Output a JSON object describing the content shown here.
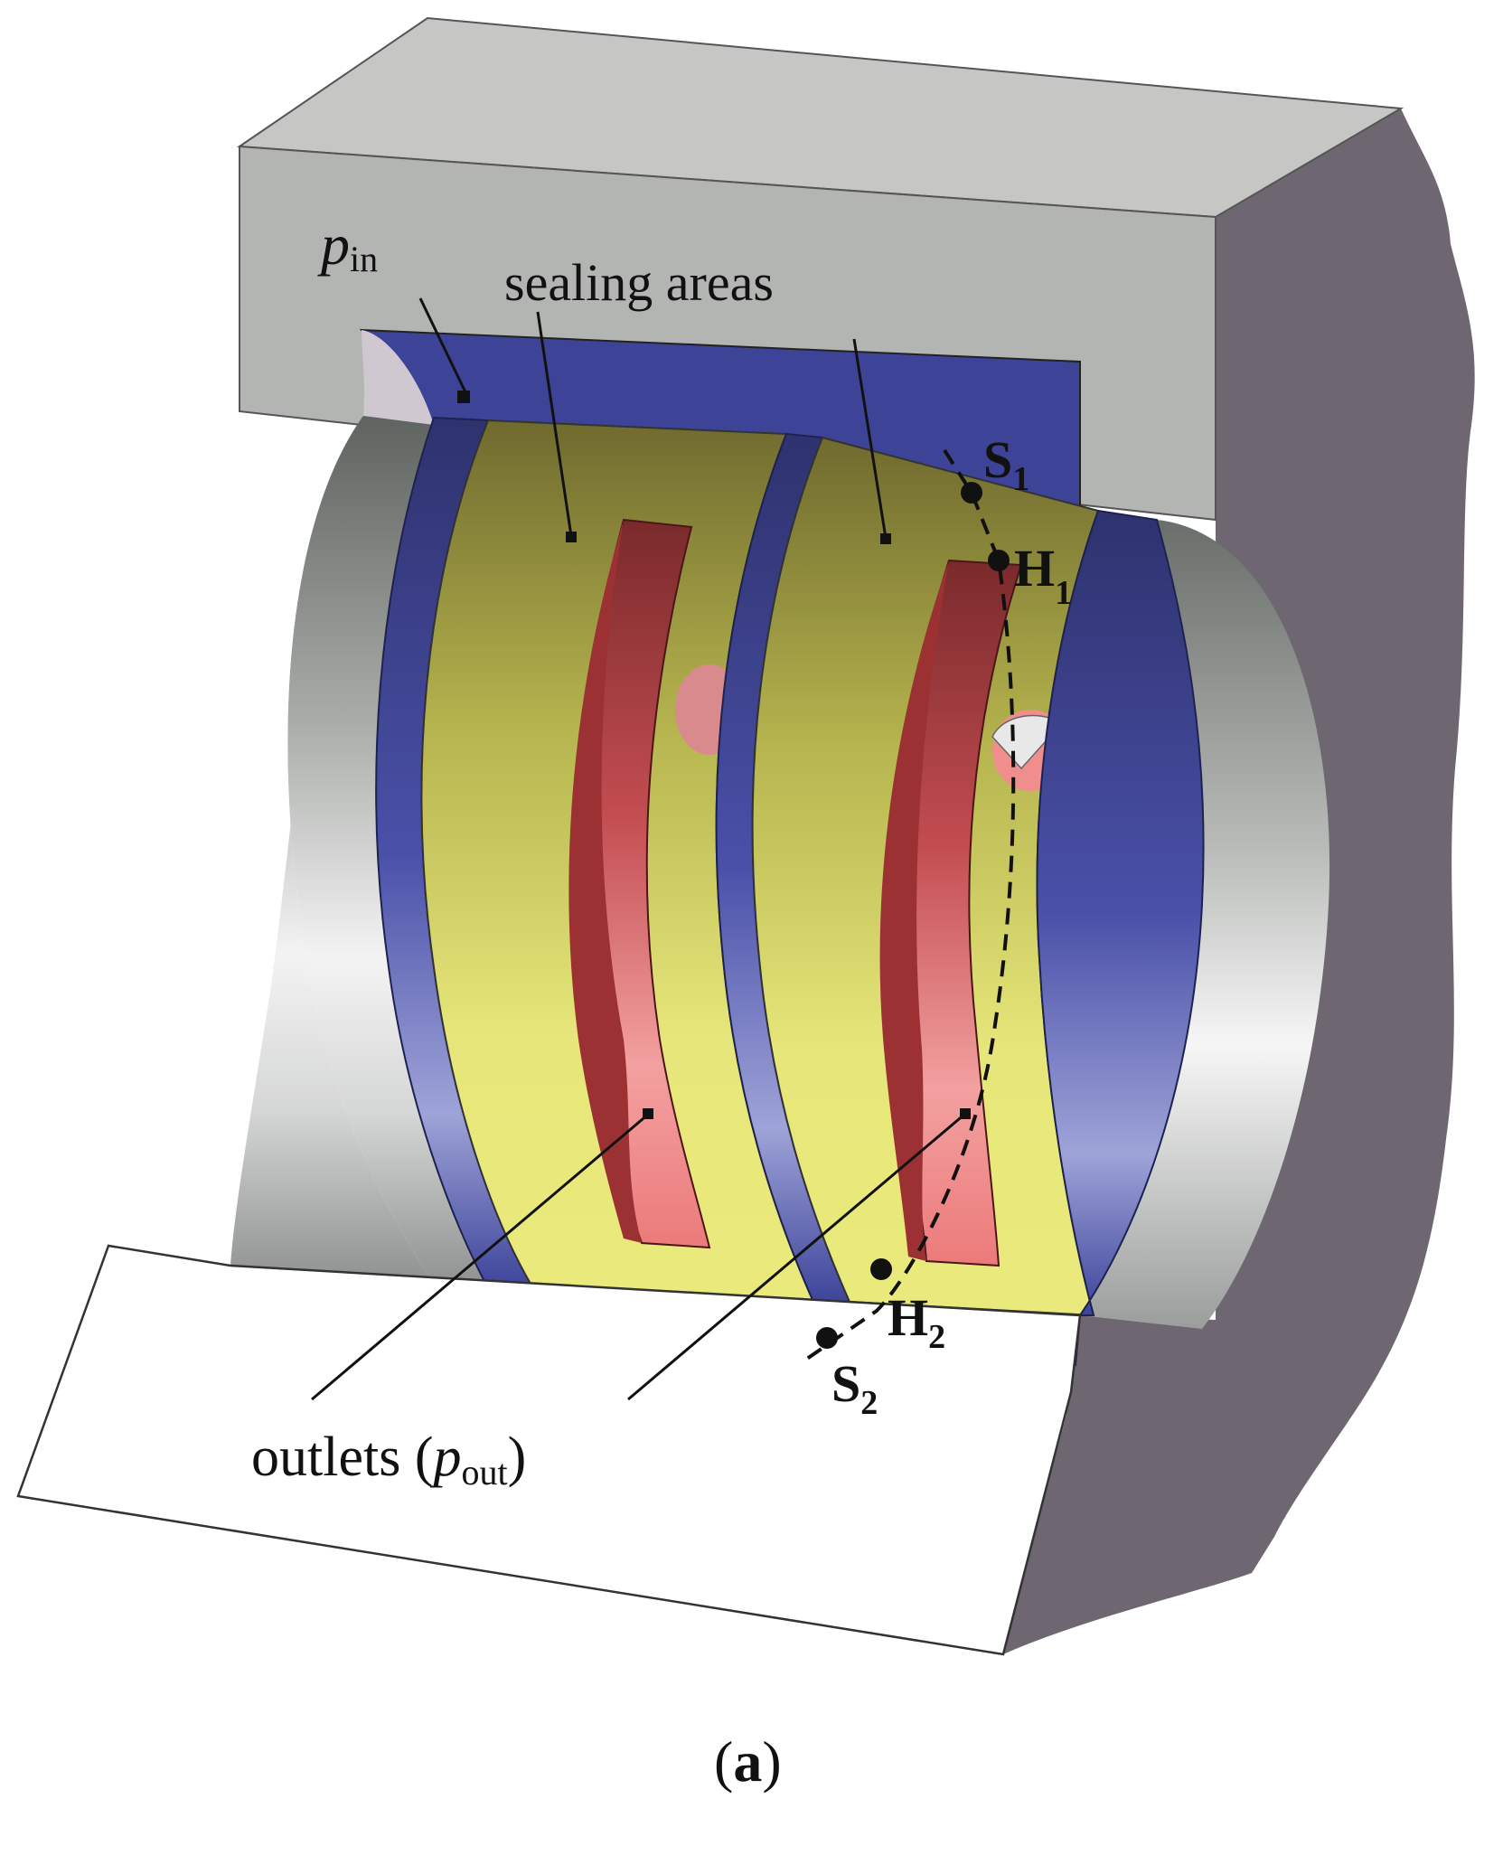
{
  "labels": {
    "p_in_sym": "p",
    "p_in_sub": "in",
    "sealing_areas": "sealing areas",
    "outlets_text": "outlets (",
    "p_out_sym": "p",
    "p_out_sub": "out",
    "outlets_close": ")",
    "S1_main": "S",
    "S1_sub": "1",
    "H1_main": "H",
    "H1_sub": "1",
    "H2_main": "H",
    "H2_sub": "2",
    "S2_main": "S",
    "S2_sub": "2"
  },
  "caption": {
    "open": "(",
    "letter": "a",
    "close": ")"
  },
  "colors": {
    "housing_gray": "#b4b6b4",
    "housing_dark": "#6e6670",
    "supply_blue": "#3d4397",
    "sealing_yellow": "#dede6e",
    "outlet_red": "#e06a6a"
  }
}
